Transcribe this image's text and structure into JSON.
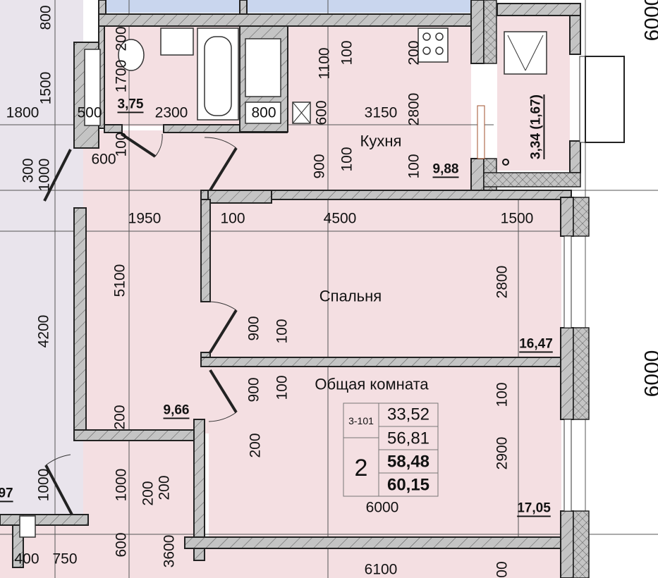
{
  "colors": {
    "apartment_fill": "#f4dfe2",
    "neighbor_fill": "#e9e4ec",
    "upper_unit_fill": "#c9d6ee",
    "wall_fill": "#c4c4c4",
    "line": "#222222"
  },
  "rooms": {
    "bathroom_area": "3,75",
    "kitchen_label": "Кухня",
    "kitchen_area": "9,88",
    "loggia_area": "3,34 (1,67)",
    "bedroom_label": "Спальня",
    "bedroom_area": "16,47",
    "living_label": "Общая комната",
    "living_area": "17,05",
    "hall_area": "9,66",
    "neighbor_area_partial": "97"
  },
  "apartment_table": {
    "code": "3-101",
    "rooms_count": "2",
    "living_area": "33,52",
    "area_total": "56,81",
    "area_with_loggia": "58,48",
    "area_full": "60,15"
  },
  "dims": {
    "d800_left": "800",
    "d1500_left": "1500",
    "d1800": "1800",
    "d500": "500",
    "d200_bath": "200",
    "d1700": "1700",
    "d2300": "2300",
    "d800_bath": "800",
    "d1100": "1100",
    "d100_k1": "100",
    "d600_k": "600",
    "d3150": "3150",
    "d200_k": "200",
    "d2800_k": "2800",
    "d900_k": "900",
    "d100_k2": "100",
    "d100_k3": "100",
    "d300": "300",
    "d1000_entry": "1000",
    "d600_hall": "600",
    "d100_hall": "100",
    "d1950": "1950",
    "d100_top": "100",
    "d4500": "4500",
    "d1500_top": "1500",
    "d5100": "5100",
    "d4200": "4200",
    "d2800_bed": "2800",
    "d900_bed": "900",
    "d100_bed": "100",
    "d900_liv": "900",
    "d100_liv": "100",
    "d200_hall": "200",
    "d200_liv": "200",
    "d100_liv_r": "100",
    "d2900": "2900",
    "d6000_liv": "6000",
    "d1000_left2": "1000",
    "d1000_low": "1000",
    "d200_low1": "200",
    "d200_low2": "200",
    "d600_low": "600",
    "d3600": "3600",
    "d400": "400",
    "d750": "750",
    "d6100": "6100",
    "d00_partial": "00",
    "d6000_axis_top": "6000",
    "d6000_axis_mid": "6000"
  }
}
